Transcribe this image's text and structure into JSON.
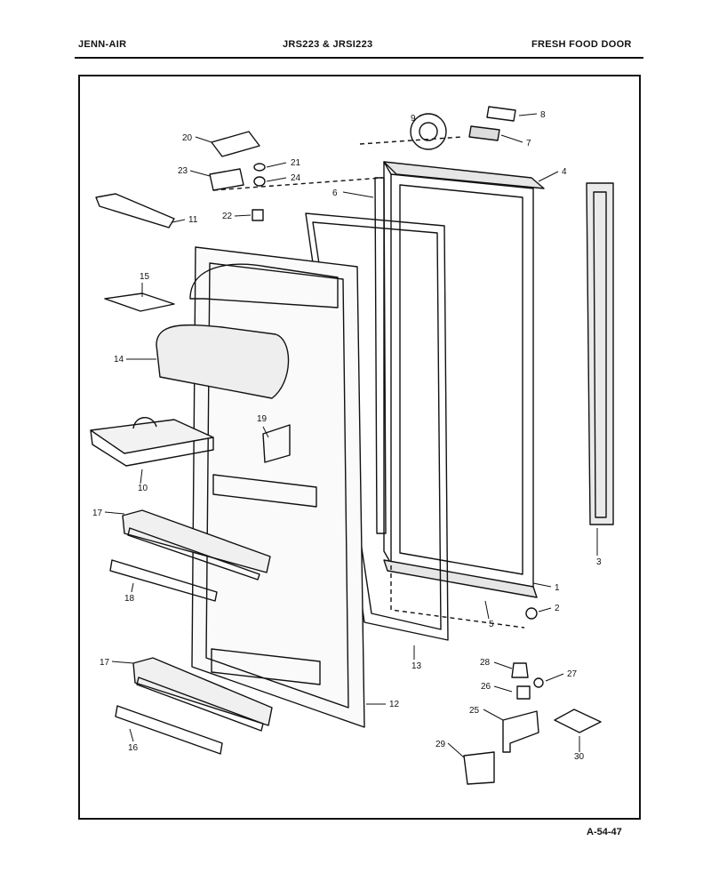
{
  "header": {
    "brand": "JENN-AIR",
    "models": "JRS223 & JRSI223",
    "section": "FRESH FOOD DOOR"
  },
  "footer": {
    "code": "A-54-47"
  },
  "callouts": [
    {
      "id": "c1",
      "label": "1"
    },
    {
      "id": "c2",
      "label": "2"
    },
    {
      "id": "c3",
      "label": "3"
    },
    {
      "id": "c4",
      "label": "4"
    },
    {
      "id": "c5",
      "label": "5"
    },
    {
      "id": "c6",
      "label": "6"
    },
    {
      "id": "c7",
      "label": "7"
    },
    {
      "id": "c8",
      "label": "8"
    },
    {
      "id": "c9",
      "label": "9"
    },
    {
      "id": "c10",
      "label": "10"
    },
    {
      "id": "c11",
      "label": "11"
    },
    {
      "id": "c12",
      "label": "12"
    },
    {
      "id": "c13",
      "label": "13"
    },
    {
      "id": "c14",
      "label": "14"
    },
    {
      "id": "c15",
      "label": "15"
    },
    {
      "id": "c16",
      "label": "16"
    },
    {
      "id": "c17a",
      "label": "17"
    },
    {
      "id": "c17b",
      "label": "17"
    },
    {
      "id": "c18",
      "label": "18"
    },
    {
      "id": "c19",
      "label": "19"
    },
    {
      "id": "c20",
      "label": "20"
    },
    {
      "id": "c21",
      "label": "21"
    },
    {
      "id": "c22",
      "label": "22"
    },
    {
      "id": "c23",
      "label": "23"
    },
    {
      "id": "c24",
      "label": "24"
    },
    {
      "id": "c25",
      "label": "25"
    },
    {
      "id": "c26",
      "label": "26"
    },
    {
      "id": "c27",
      "label": "27"
    },
    {
      "id": "c28",
      "label": "28"
    },
    {
      "id": "c29",
      "label": "29"
    },
    {
      "id": "c30",
      "label": "30"
    }
  ]
}
